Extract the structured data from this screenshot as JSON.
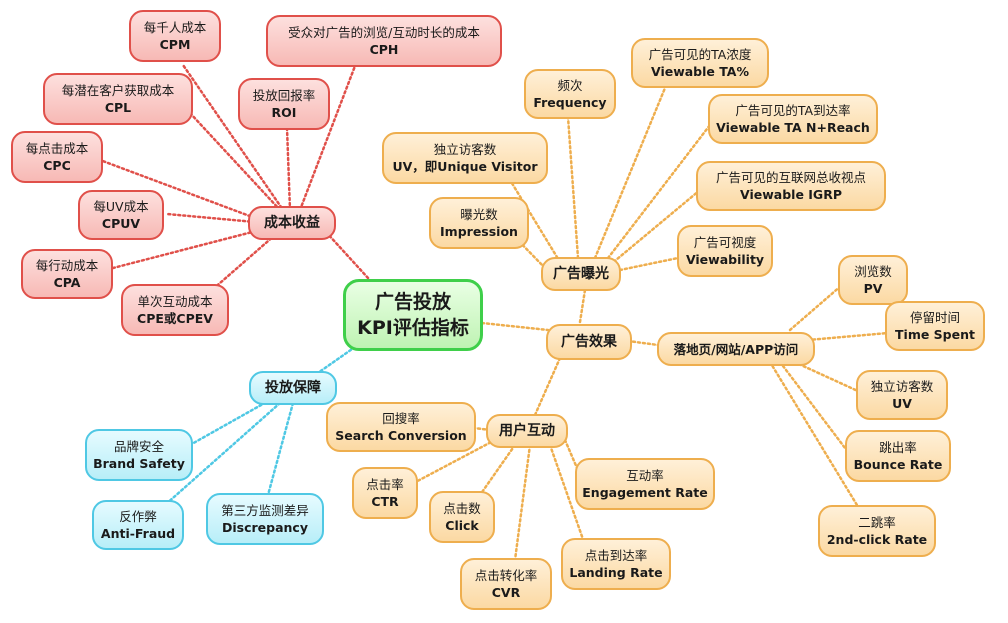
{
  "center": {
    "l1": "广告投放",
    "l2": "KPI评估指标"
  },
  "cost": {
    "hub": "成本收益",
    "items": [
      {
        "l1": "每千人成本",
        "l2": "CPM"
      },
      {
        "l1": "受众对广告的浏览/互动时长的成本",
        "l2": "CPH"
      },
      {
        "l1": "每潜在客户获取成本",
        "l2": "CPL"
      },
      {
        "l1": "投放回报率",
        "l2": "ROI"
      },
      {
        "l1": "每点击成本",
        "l2": "CPC"
      },
      {
        "l1": "每UV成本",
        "l2": "CPUV"
      },
      {
        "l1": "每行动成本",
        "l2": "CPA"
      },
      {
        "l1": "单次互动成本",
        "l2": "CPE或CPEV"
      }
    ]
  },
  "exposure": {
    "hub": "广告曝光",
    "items": [
      {
        "l1": "频次",
        "l2": "Frequency"
      },
      {
        "l1": "广告可见的TA浓度",
        "l2": "Viewable TA%"
      },
      {
        "l1": "广告可见的TA到达率",
        "l2": "Viewable TA N+Reach"
      },
      {
        "l1": "独立访客数",
        "l2": "UV，即Unique Visitor"
      },
      {
        "l1": "广告可见的互联网总收视点",
        "l2": "Viewable IGRP"
      },
      {
        "l1": "曝光数",
        "l2": "Impression"
      },
      {
        "l1": "广告可视度",
        "l2": "Viewability"
      }
    ]
  },
  "effect": {
    "hub": "广告效果",
    "landing": {
      "hub": "落地页/网站/APP访问",
      "items": [
        {
          "l1": "浏览数",
          "l2": "PV"
        },
        {
          "l1": "停留时间",
          "l2": "Time Spent"
        },
        {
          "l1": "独立访客数",
          "l2": "UV"
        },
        {
          "l1": "跳出率",
          "l2": "Bounce Rate"
        },
        {
          "l1": "二跳率",
          "l2": "2nd-click Rate"
        }
      ]
    },
    "interaction": {
      "hub": "用户互动",
      "items": [
        {
          "l1": "回搜率",
          "l2": "Search Conversion"
        },
        {
          "l1": "点击率",
          "l2": "CTR"
        },
        {
          "l1": "点击数",
          "l2": "Click"
        },
        {
          "l1": "互动率",
          "l2": "Engagement Rate"
        },
        {
          "l1": "点击转化率",
          "l2": "CVR"
        },
        {
          "l1": "点击到达率",
          "l2": "Landing Rate"
        }
      ]
    }
  },
  "guarantee": {
    "hub": "投放保障",
    "items": [
      {
        "l1": "品牌安全",
        "l2": "Brand Safety"
      },
      {
        "l1": "反作弊",
        "l2": "Anti-Fraud"
      },
      {
        "l1": "第三方监测差异",
        "l2": "Discrepancy"
      }
    ]
  },
  "colors": {
    "cost": "#e0504a",
    "exposure": "#eeae4e",
    "guarantee": "#4fc8e4",
    "center": "#3fcf4a"
  }
}
